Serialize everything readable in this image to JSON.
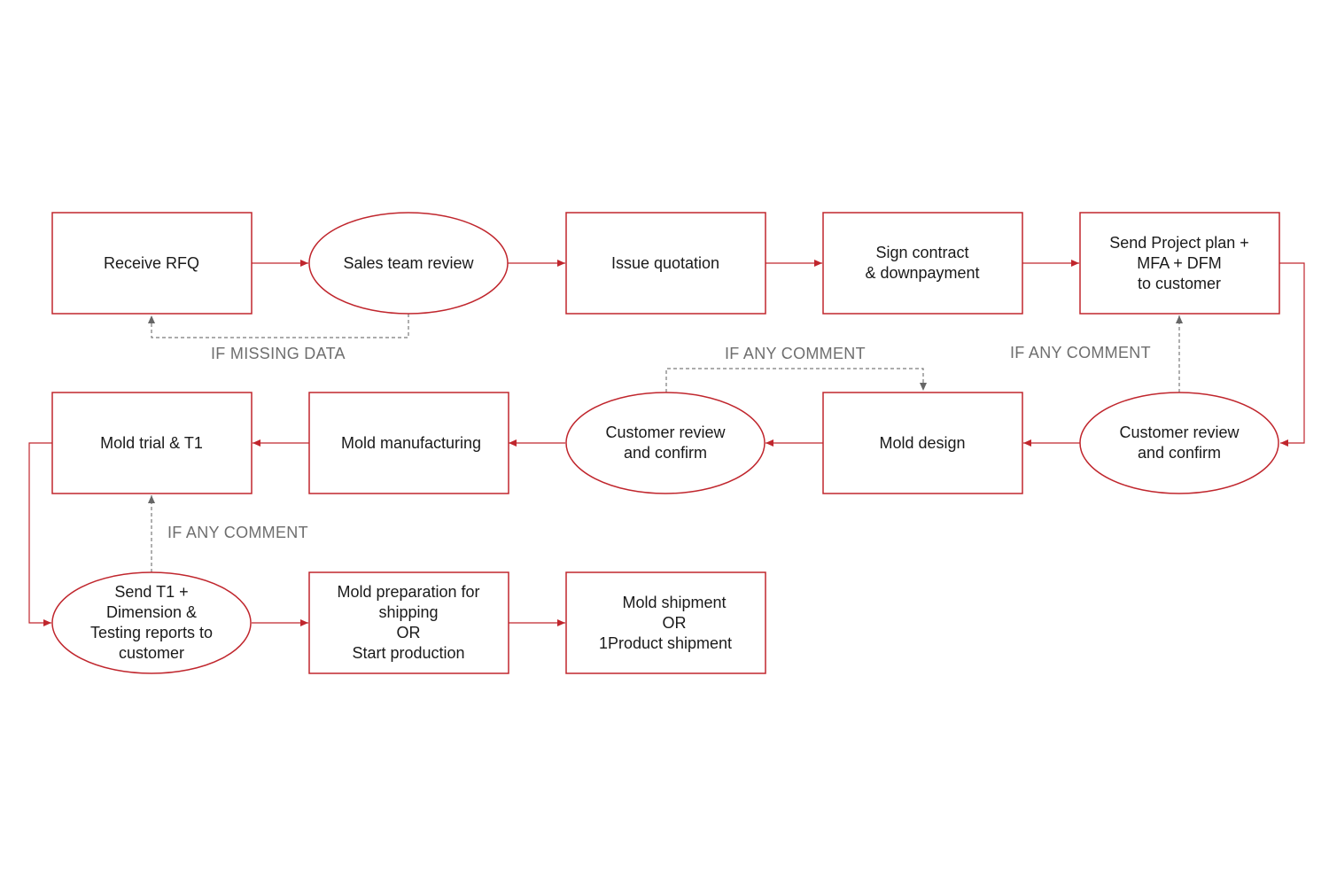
{
  "nodes": {
    "receive_rfq": [
      "Receive RFQ"
    ],
    "sales_review": [
      "Sales team review"
    ],
    "issue_quotation": [
      "Issue quotation"
    ],
    "sign_contract": [
      "Sign contract",
      "& downpayment"
    ],
    "send_plan": [
      "Send Project plan +",
      "MFA + DFM",
      "to customer"
    ],
    "customer_review_1": [
      "Customer review",
      "and confirm"
    ],
    "mold_design": [
      "Mold design"
    ],
    "customer_review_2": [
      "Customer review",
      "and confirm"
    ],
    "mold_manufacturing": [
      "Mold manufacturing"
    ],
    "mold_trial": [
      "Mold trial & T1"
    ],
    "send_t1": [
      "Send T1 +",
      "Dimension &",
      "Testing reports to",
      "customer"
    ],
    "mold_preparation": [
      "Mold preparation for",
      "shipping",
      "OR",
      "Start production"
    ],
    "mold_shipment": [
      "Mold shipment",
      "OR",
      "1Product shipment"
    ]
  },
  "feedback_labels": {
    "missing_data": "IF MISSING DATA",
    "comment_design": "IF ANY COMMENT",
    "comment_plan": "IF ANY COMMENT",
    "comment_trial": "IF ANY COMMENT"
  },
  "colors": {
    "accent": "#c0262d",
    "feedback": "#7a7a7a",
    "text": "#1a1a1a",
    "note_text": "#6e6e6e"
  }
}
